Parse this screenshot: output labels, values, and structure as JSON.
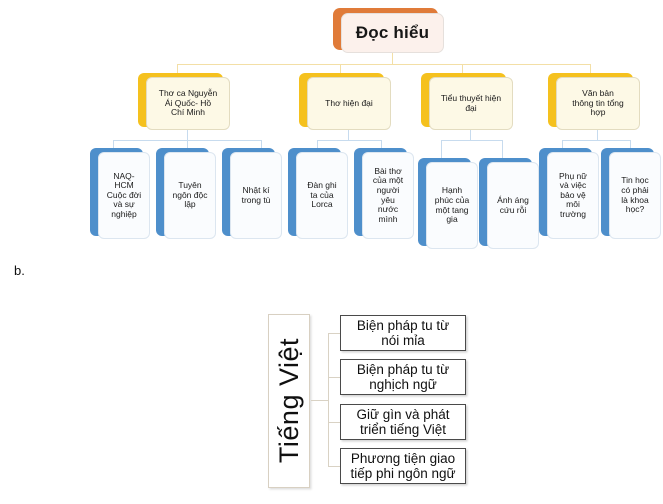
{
  "page": {
    "section_label_b": "b.",
    "colors": {
      "root_accent": "#E07B39",
      "root_fill": "#FCF1EC",
      "level2_accent": "#F5C11E",
      "level2_fill": "#FDF9E6",
      "level3_accent": "#4E8FCB",
      "level3_fill": "#FAFCFE",
      "connector_yellow": "#F3DFA6",
      "connector_blue": "#C7DBEE",
      "bottom_border": "#4A4A4A",
      "bottom_vertical_border": "#D8D0C2"
    }
  },
  "diagram_top": {
    "root": {
      "label": "Đọc hiểu"
    },
    "level2": [
      {
        "label": "Thơ ca Nguyễn\nÁi Quốc- Hồ\nChí Minh"
      },
      {
        "label": "Thơ hiện đại"
      },
      {
        "label": "Tiểu thuyết hiện\nđại"
      },
      {
        "label": "Văn bản\nthông tin tổng\nhợp"
      }
    ],
    "level3": [
      {
        "label": "NAQ-\nHCM\nCuộc đời\nvà sự\nnghiệp"
      },
      {
        "label": "Tuyên\nngôn độc\nlập"
      },
      {
        "label": "Nhật kí\ntrong tù"
      },
      {
        "label": "Đàn ghi\nta của\nLorca"
      },
      {
        "label": "Bài thơ\ncủa một\nngười\nyêu\nnước\nmình"
      },
      {
        "label": "Hạnh\nphúc của\nmột tang\ngia"
      },
      {
        "label": "Ánh áng\ncứu rỗi"
      },
      {
        "label": "Phụ nữ\nvà việc\nbảo vệ\nmôi\ntrường"
      },
      {
        "label": "Tin học\ncó phải\nlà khoa\nhọc?"
      }
    ]
  },
  "diagram_bottom": {
    "root": {
      "label": "Tiếng Việt"
    },
    "items": [
      {
        "label": "Biện pháp tu từ\nnói mỉa"
      },
      {
        "label": "Biện pháp tu từ\nnghịch ngữ"
      },
      {
        "label": "Giữ gìn và phát\ntriển tiếng Việt"
      },
      {
        "label": "Phương tiện giao\ntiếp phi ngôn ngữ"
      }
    ]
  }
}
